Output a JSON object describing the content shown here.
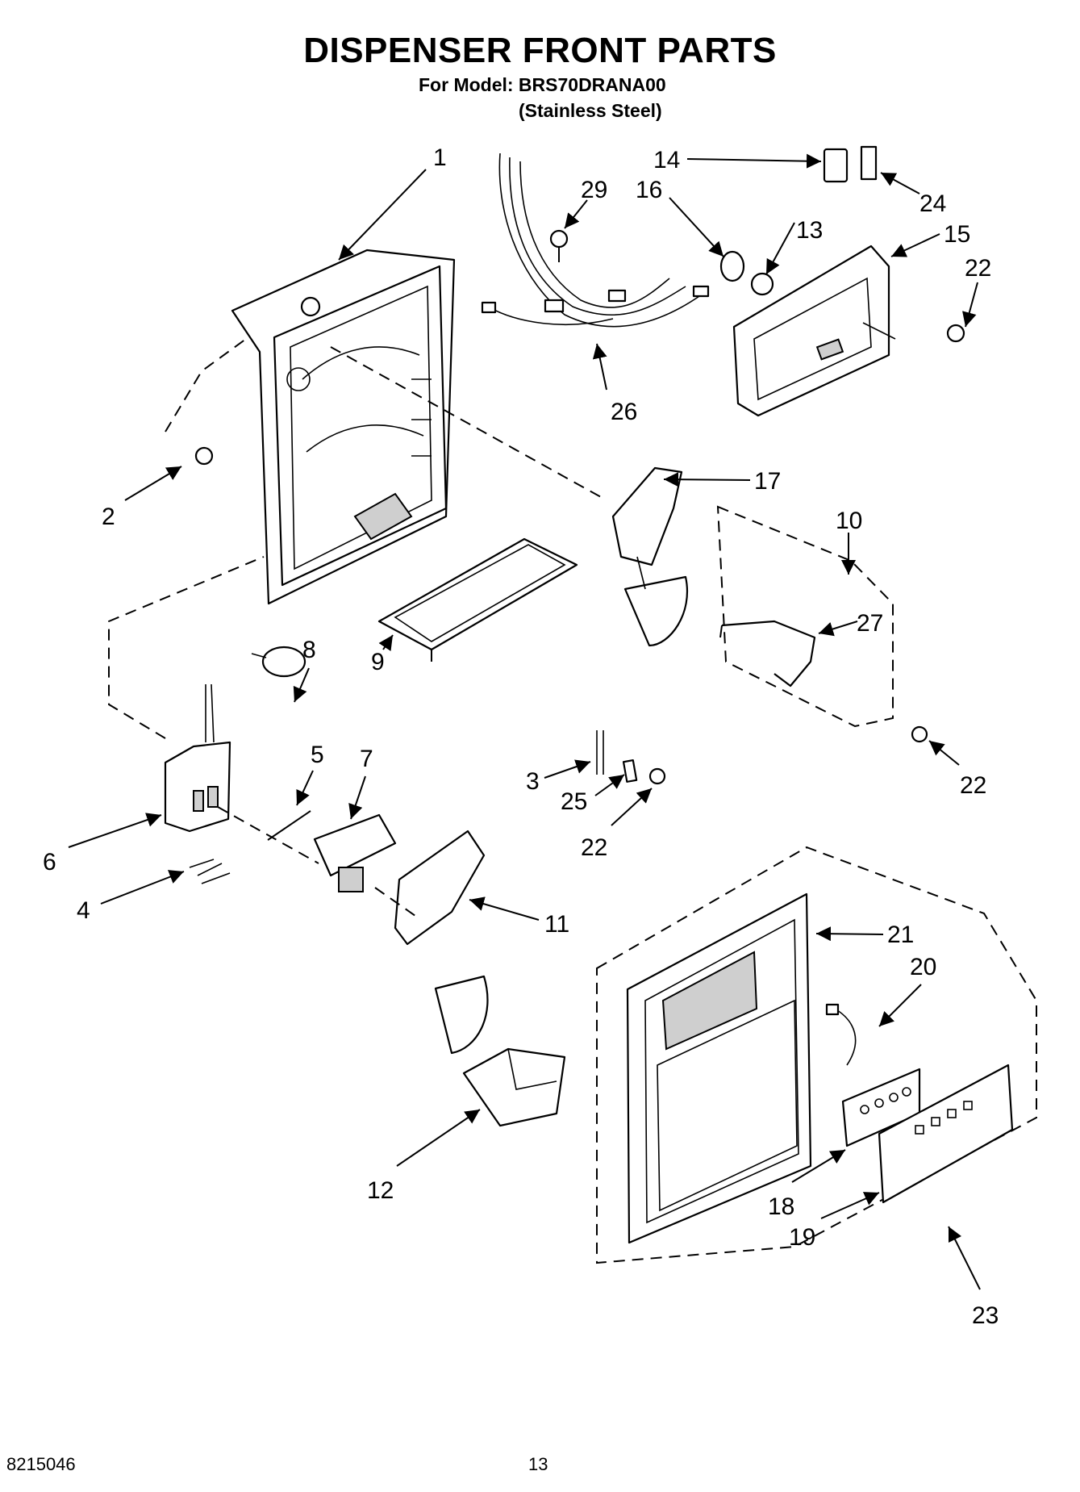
{
  "title": "DISPENSER FRONT PARTS",
  "model_line": "For Model: BRS70DRANA00",
  "finish": "(Stainless Steel)",
  "footer": {
    "doc_number": "8215046",
    "page_number": "13"
  },
  "callouts": {
    "p1": "1",
    "p2": "2",
    "p3": "3",
    "p4": "4",
    "p5": "5",
    "p6": "6",
    "p7": "7",
    "p8": "8",
    "p9": "9",
    "p10": "10",
    "p11": "11",
    "p12": "12",
    "p13": "13",
    "p14": "14",
    "p15": "15",
    "p16": "16",
    "p17": "17",
    "p18": "18",
    "p19": "19",
    "p20": "20",
    "p21": "21",
    "p22a": "22",
    "p22b": "22",
    "p22c": "22",
    "p23": "23",
    "p24": "24",
    "p25": "25",
    "p26": "26",
    "p27": "27",
    "p29": "29"
  }
}
